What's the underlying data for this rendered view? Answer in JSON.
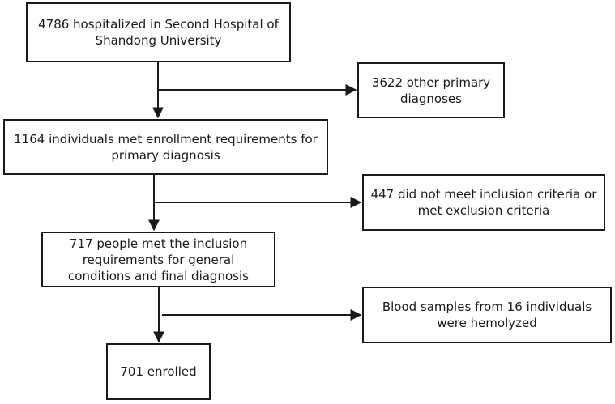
{
  "flowchart": {
    "boxes": {
      "hospitalized": "4786 hospitalized in Second Hospital of Shandong University",
      "other_diagnoses": "3622 other primary diagnoses",
      "met_enrollment": "1164 individuals met enrollment requirements for primary diagnosis",
      "not_meet_inclusion": "447 did not meet inclusion criteria or met exclusion criteria",
      "met_inclusion": "717 people met the inclusion requirements for general conditions and final diagnosis",
      "hemolyzed": "Blood samples from 16 individuals were hemolyzed",
      "enrolled": "701 enrolled"
    },
    "colors": {
      "stroke": "#1a1a1a",
      "background": "#ffffff"
    }
  }
}
